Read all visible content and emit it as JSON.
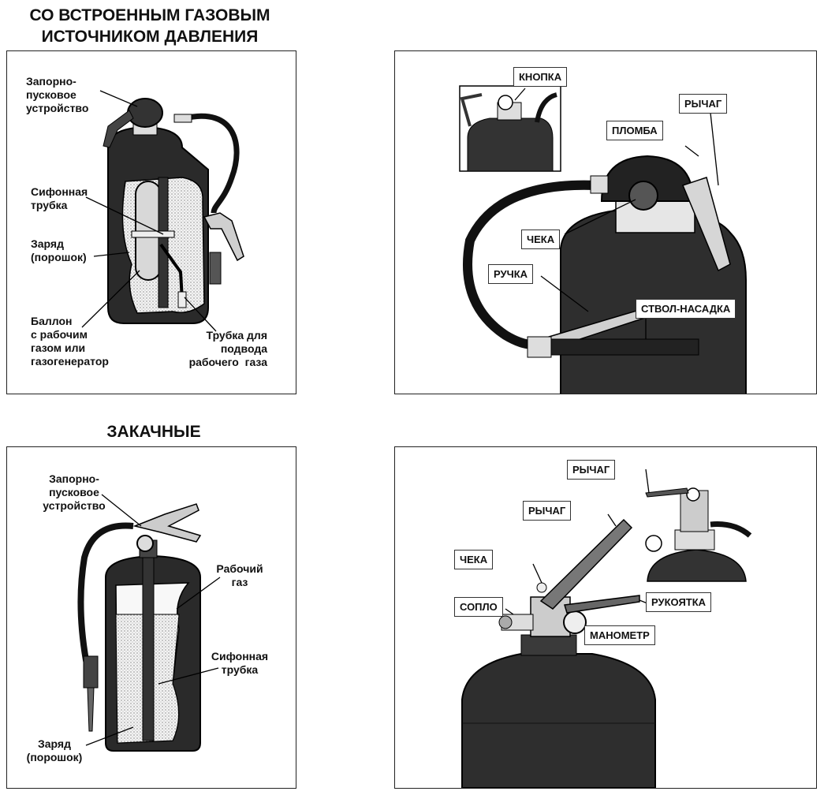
{
  "headings": {
    "gas_source": "СО ВСТРОЕННЫМ ГАЗОВЫМ\nИСТОЧНИКОМ ДАВЛЕНИЯ",
    "stored_pressure": "ЗАКАЧНЫЕ"
  },
  "panel1": {
    "labels": {
      "shutoff": "Запорно-\nпусковое\nустройство",
      "siphon": "Сифонная\nтрубка",
      "charge": "Заряд\n(порошок)",
      "cylinder": "Баллон\nс рабочим\nгазом или\nгазогенератор",
      "gas_tube": "Трубка для\nподвода\nрабочего  газа"
    }
  },
  "panel2": {
    "tags": {
      "button": "КНОПКА",
      "lever": "РЫЧАГ",
      "seal": "ПЛОМБА",
      "pin": "ЧЕКА",
      "handle": "РУЧКА",
      "nozzle": "СТВОЛ-НАСАДКА"
    }
  },
  "panel3": {
    "labels": {
      "shutoff": "Запорно-\nпусковое\nустройство",
      "gas": "Рабочий\nгаз",
      "siphon": "Сифонная\nтрубка",
      "charge": "Заряд\n(порошок)"
    }
  },
  "panel4": {
    "tags": {
      "lever_top": "РЫЧАГ",
      "lever": "РЫЧАГ",
      "pin": "ЧЕКА",
      "nozzle": "СОПЛО",
      "handle": "РУКОЯТКА",
      "gauge": "МАНОМЕТР"
    }
  }
}
